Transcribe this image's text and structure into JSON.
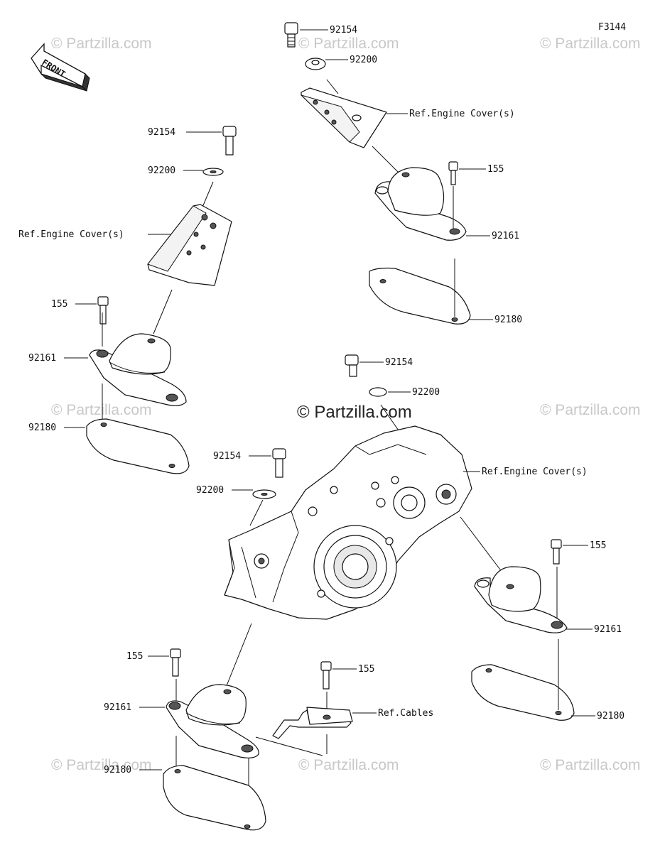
{
  "figure_code": "F3144",
  "front_label": "FRONT",
  "watermark": "© Partzilla.com",
  "watermark_small": "© Partzilla.com",
  "labels": {
    "bolt_92154": "92154",
    "washer_92200": "92200",
    "ref_engine_cover": "Ref.Engine Cover(s)",
    "bolt_155": "155",
    "mount_92161": "92161",
    "plate_92180": "92180",
    "ref_cables": "Ref.Cables"
  }
}
